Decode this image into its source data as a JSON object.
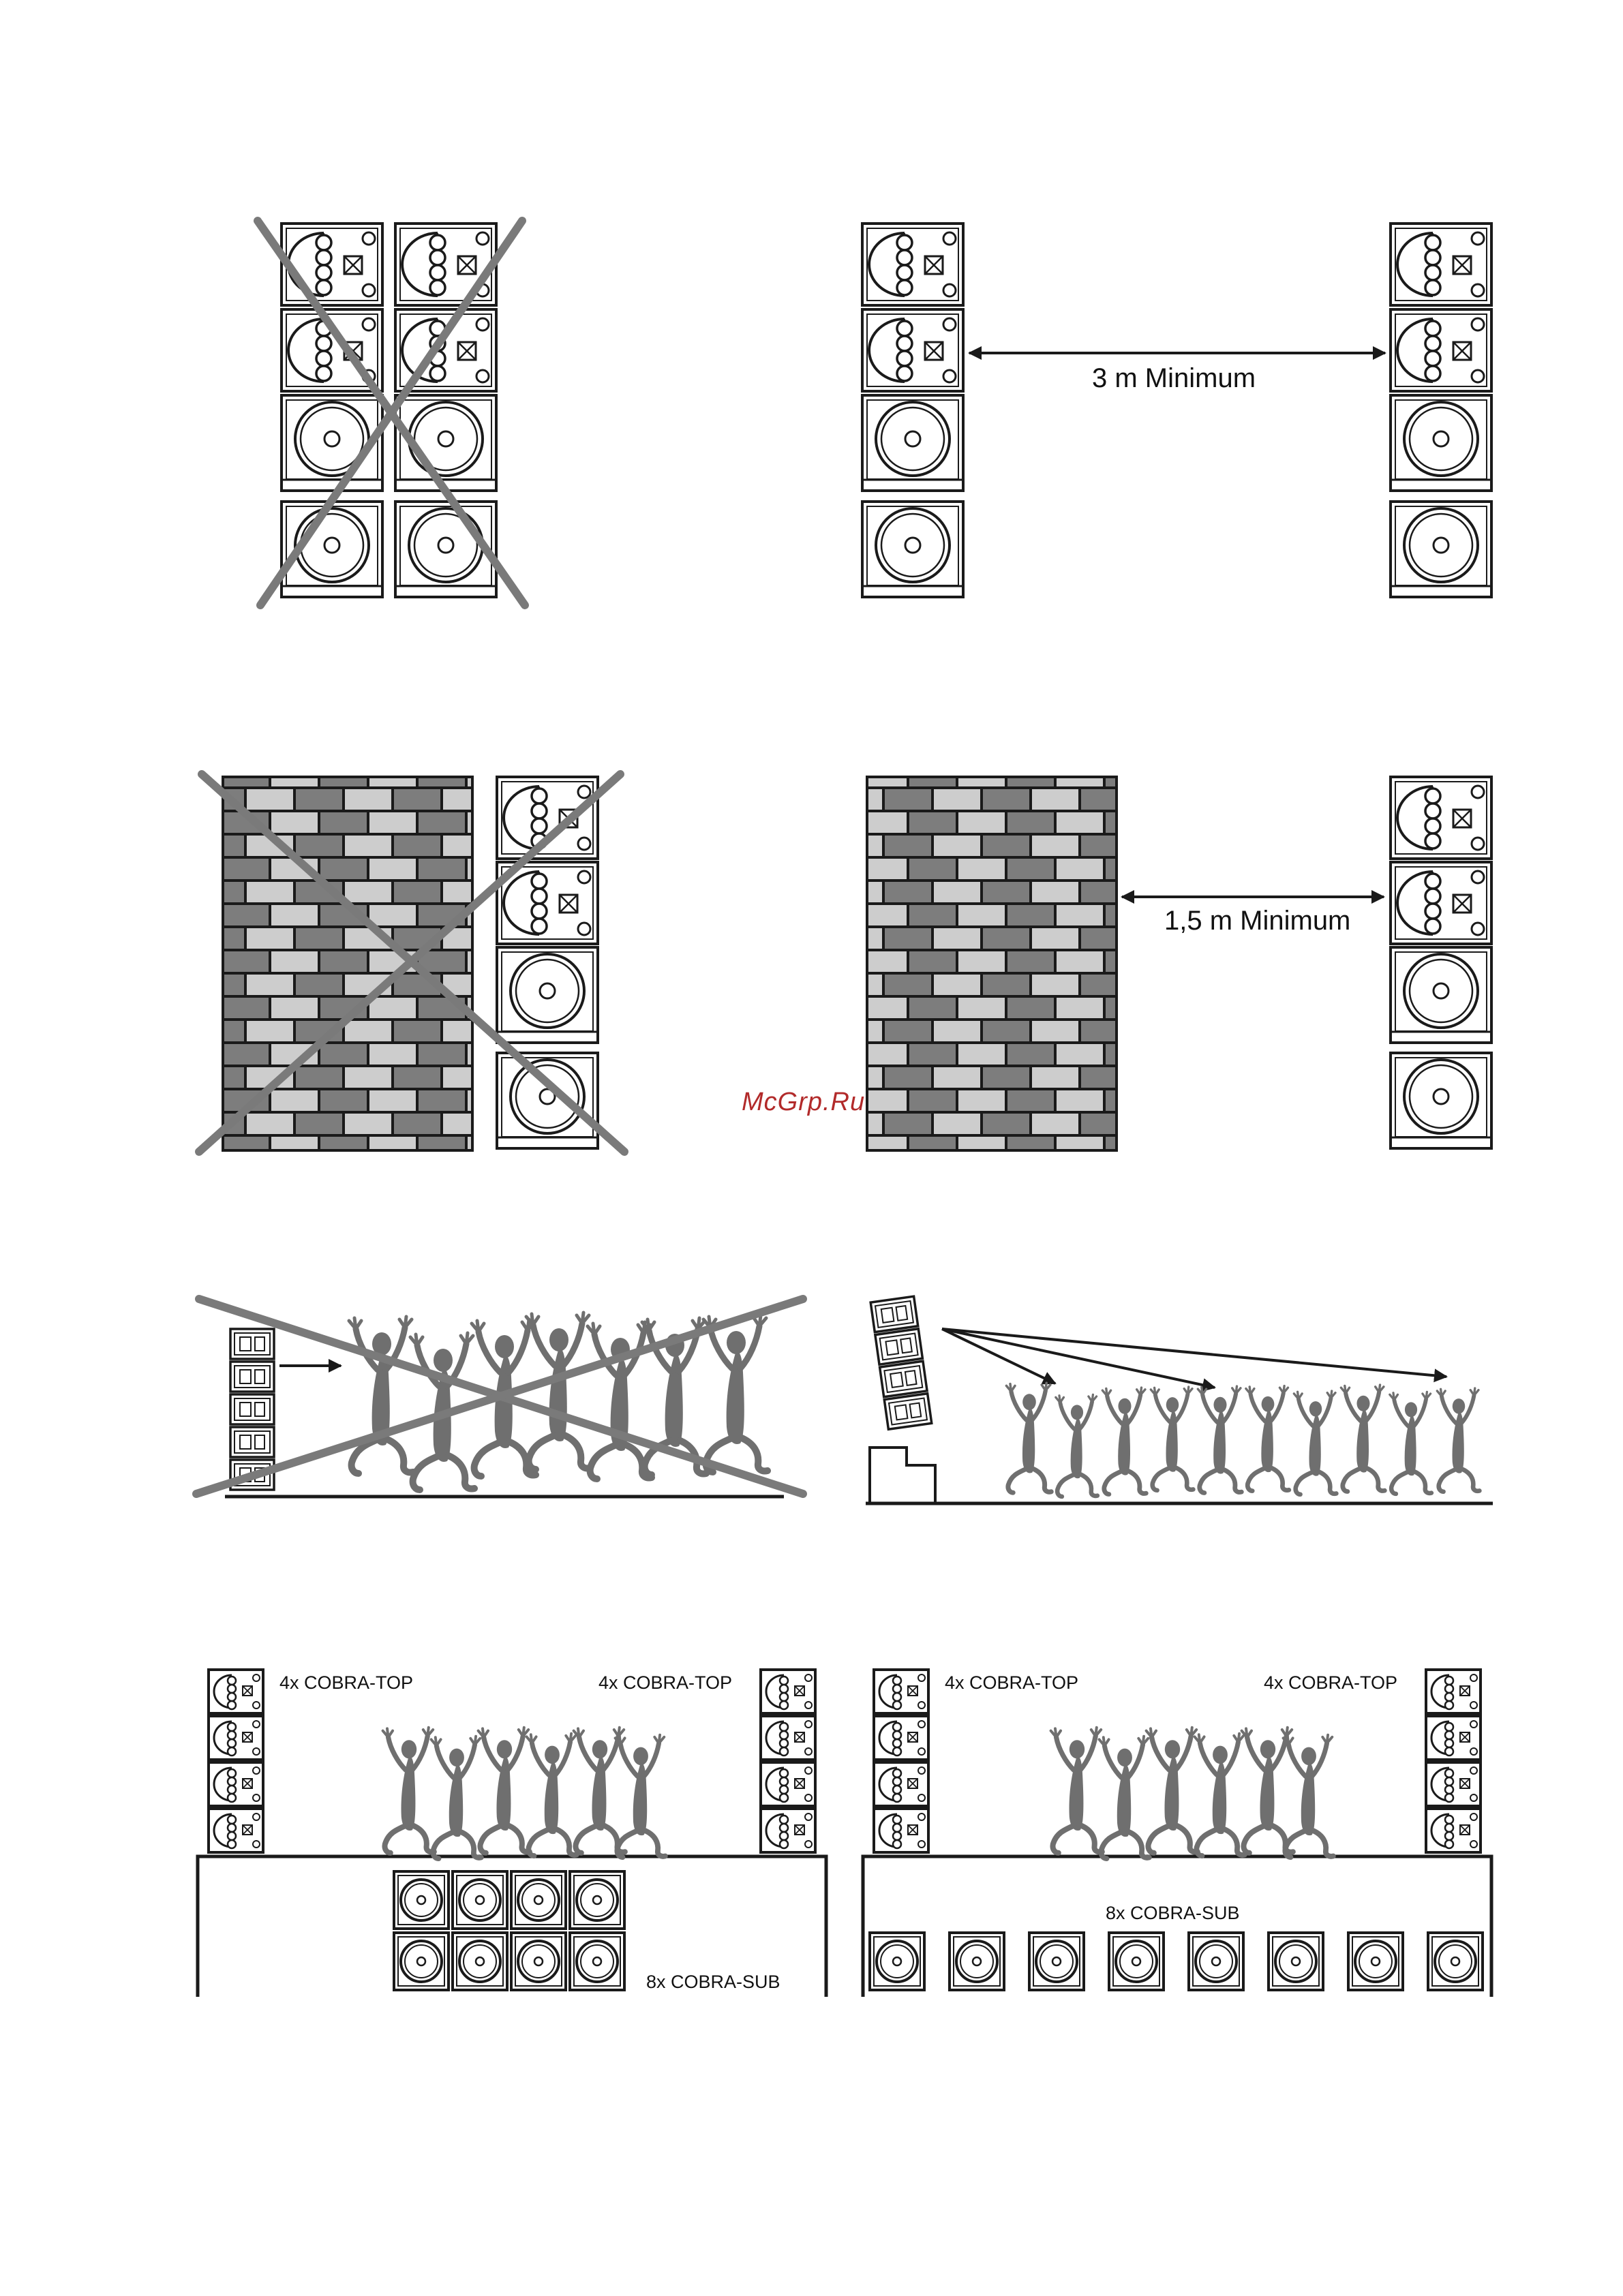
{
  "labels": {
    "distance_tops": "3 m Minimum",
    "distance_wall": "1,5 m Minimum",
    "top_left": "4x COBRA-TOP",
    "top_right": "4x COBRA-TOP",
    "sub_left": "8x COBRA-SUB",
    "sub_right": "8x COBRA-SUB"
  },
  "watermark": "McGrp.Ru",
  "colors": {
    "line": "#1a1a1a",
    "cross": "#7a7a7a",
    "brick_dark": "#7d7d7d",
    "brick_light": "#cdcdcd",
    "figure": "#6f6f6f",
    "watermark": "#b22a2a"
  },
  "icons": {
    "top_cabinet": "speaker-top-icon",
    "sub_cabinet": "speaker-sub-icon",
    "wall": "brick-wall",
    "forbidden": "x-cross-icon",
    "audience": "dancing-figure-icon"
  }
}
